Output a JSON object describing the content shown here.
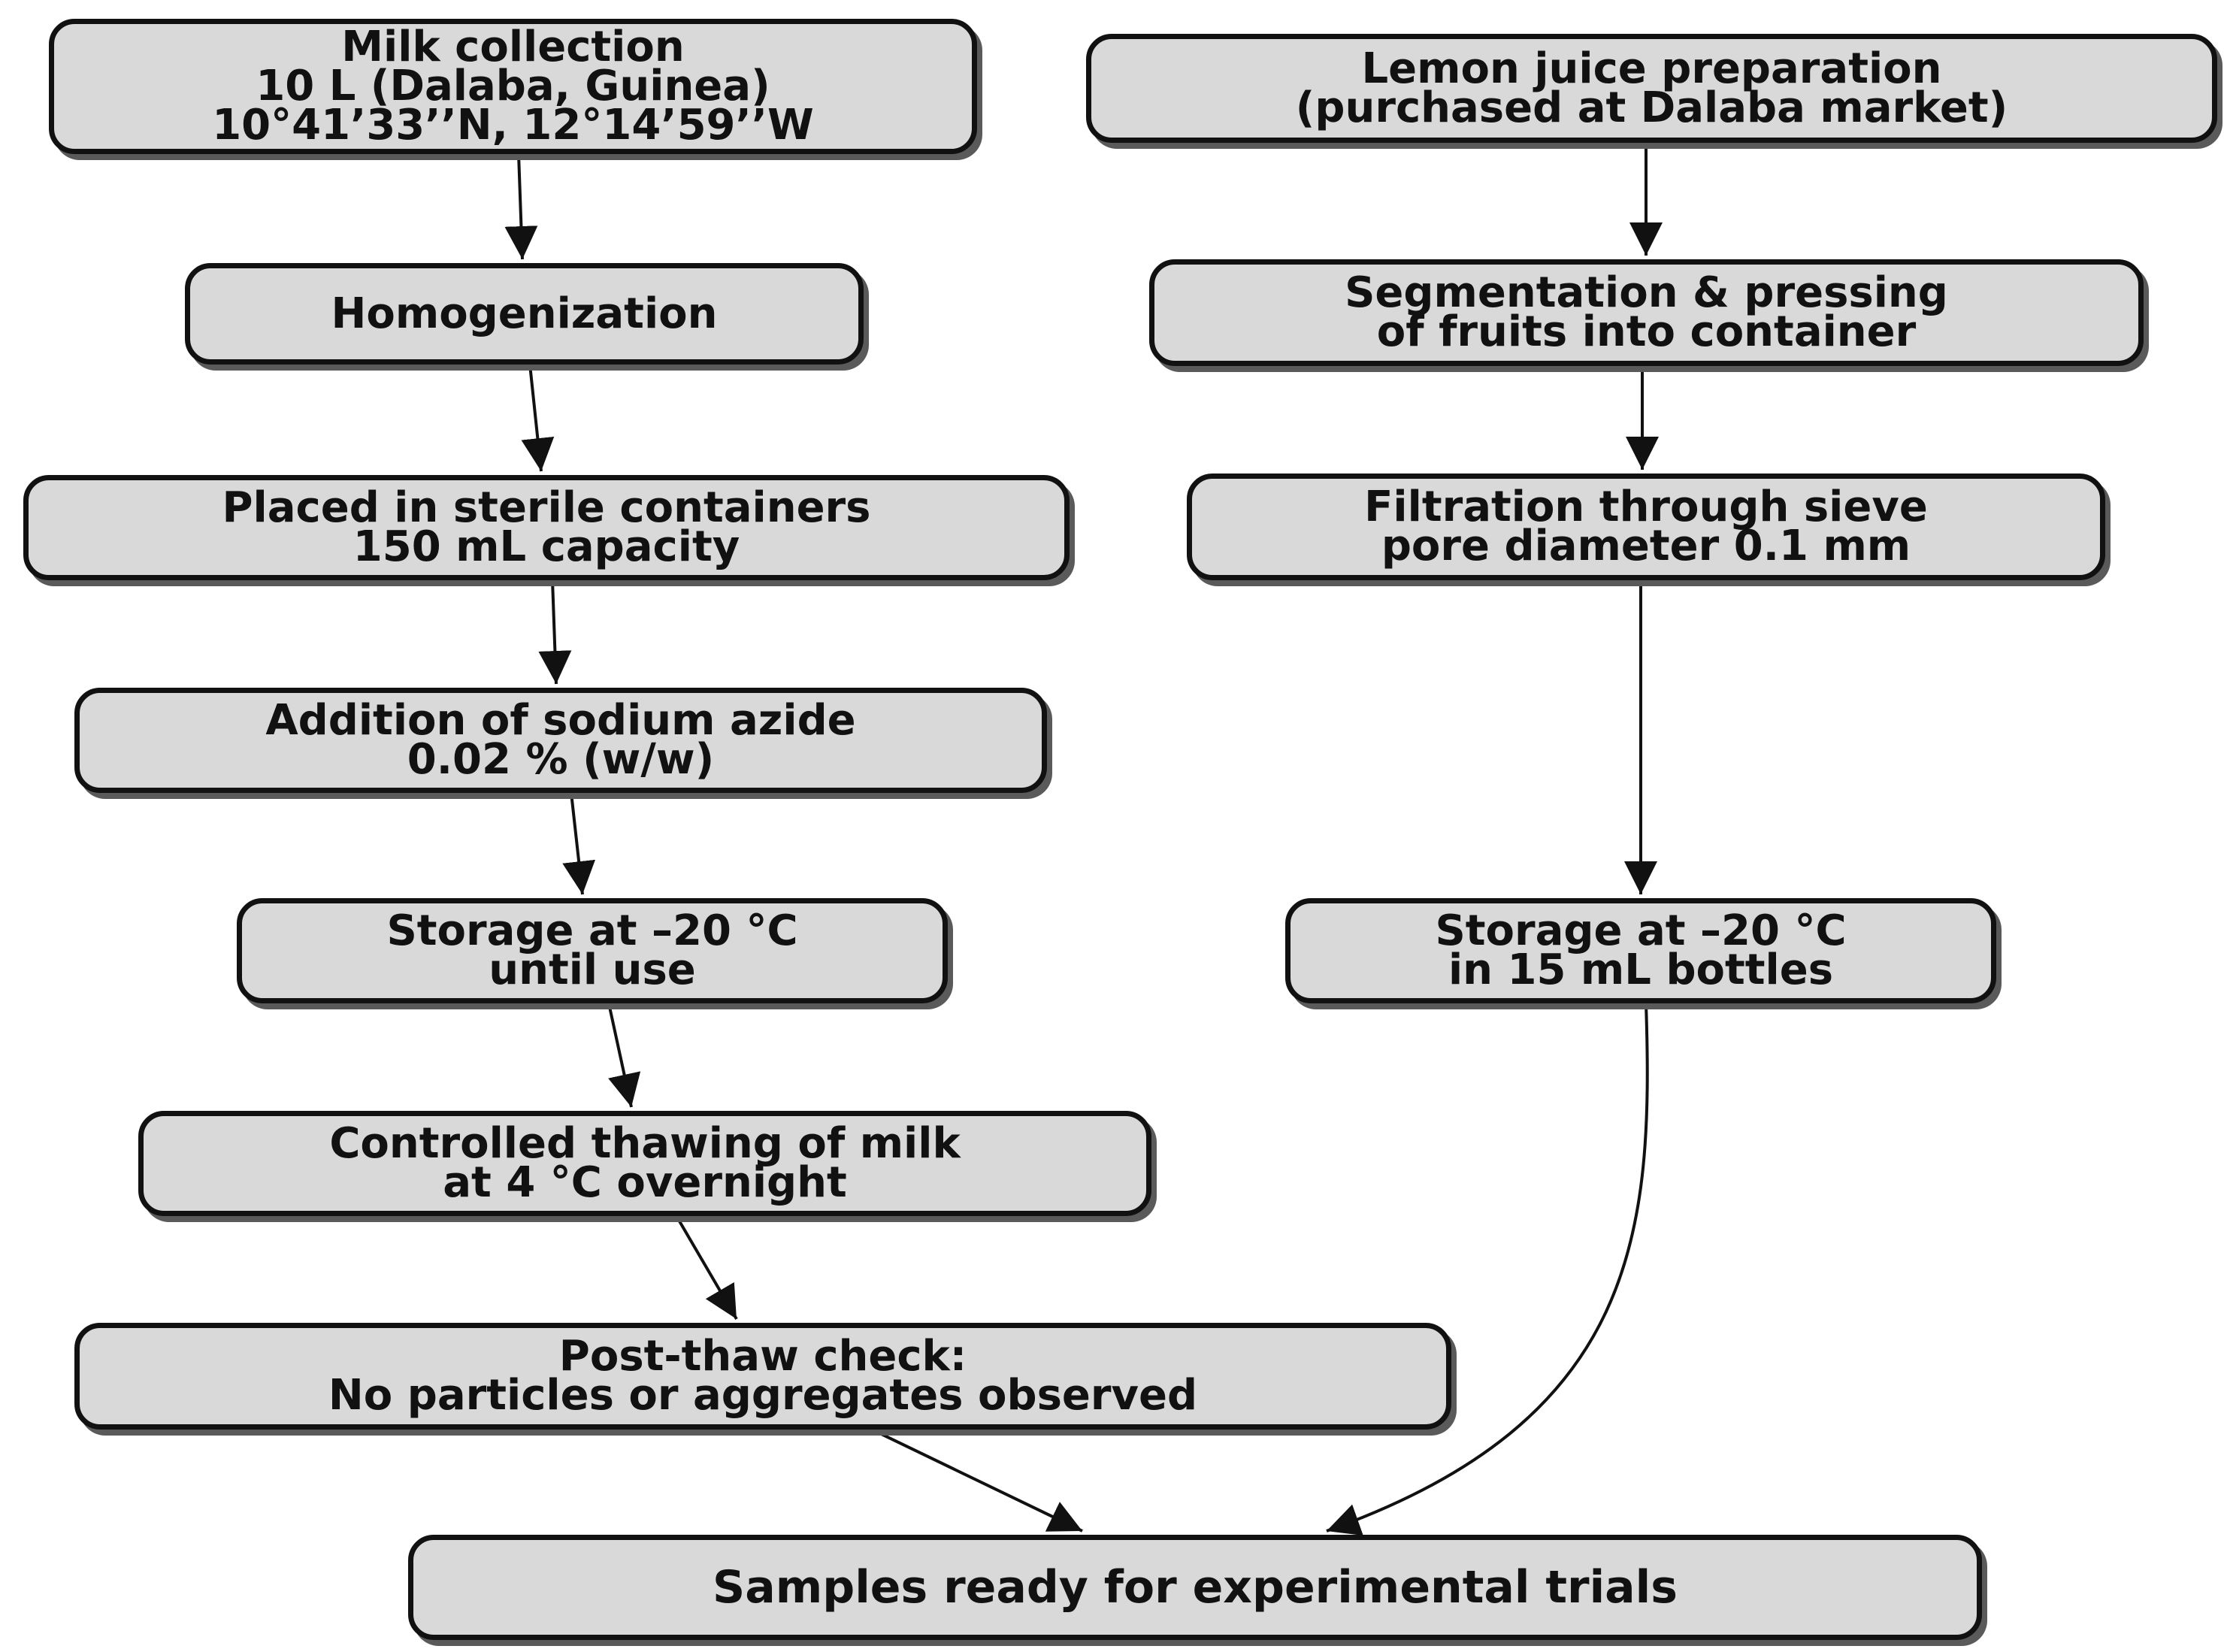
{
  "nodes": {
    "milk_collection": [
      "Milk collection",
      "10 L (Dalaba, Guinea)",
      "10°41’33’’N, 12°14’59’’W"
    ],
    "homogenization": [
      "Homogenization"
    ],
    "sterile_containers": [
      "Placed in sterile containers",
      "150 mL capacity"
    ],
    "sodium_azide": [
      "Addition of sodium azide",
      "0.02 % (w/w)"
    ],
    "storage_milk": [
      "Storage at –20 °C",
      "until use"
    ],
    "thawing": [
      "Controlled thawing of milk",
      "at 4 °C overnight"
    ],
    "post_thaw_check": [
      "Post-thaw check:",
      "No particles or aggregates observed"
    ],
    "samples_ready": [
      "Samples ready for experimental trials"
    ],
    "lemon_juice": [
      "Lemon juice preparation",
      "(purchased at Dalaba market)"
    ],
    "segmentation": [
      "Segmentation & pressing",
      "of fruits into container"
    ],
    "filtration": [
      "Filtration through sieve",
      "pore diameter 0.1 mm"
    ],
    "storage_lemon": [
      "Storage at –20 °C",
      "in 15 mL bottles"
    ]
  },
  "edges": [
    [
      "milk_collection",
      "homogenization"
    ],
    [
      "homogenization",
      "sterile_containers"
    ],
    [
      "sterile_containers",
      "sodium_azide"
    ],
    [
      "sodium_azide",
      "storage_milk"
    ],
    [
      "storage_milk",
      "thawing"
    ],
    [
      "thawing",
      "post_thaw_check"
    ],
    [
      "post_thaw_check",
      "samples_ready"
    ],
    [
      "lemon_juice",
      "segmentation"
    ],
    [
      "segmentation",
      "filtration"
    ],
    [
      "filtration",
      "storage_lemon"
    ],
    [
      "storage_lemon",
      "samples_ready"
    ]
  ],
  "colors": {
    "node_fill": "#d9d9d9",
    "node_border": "#111111",
    "node_shadow": "#5a5a5a",
    "arrow": "#111111"
  }
}
